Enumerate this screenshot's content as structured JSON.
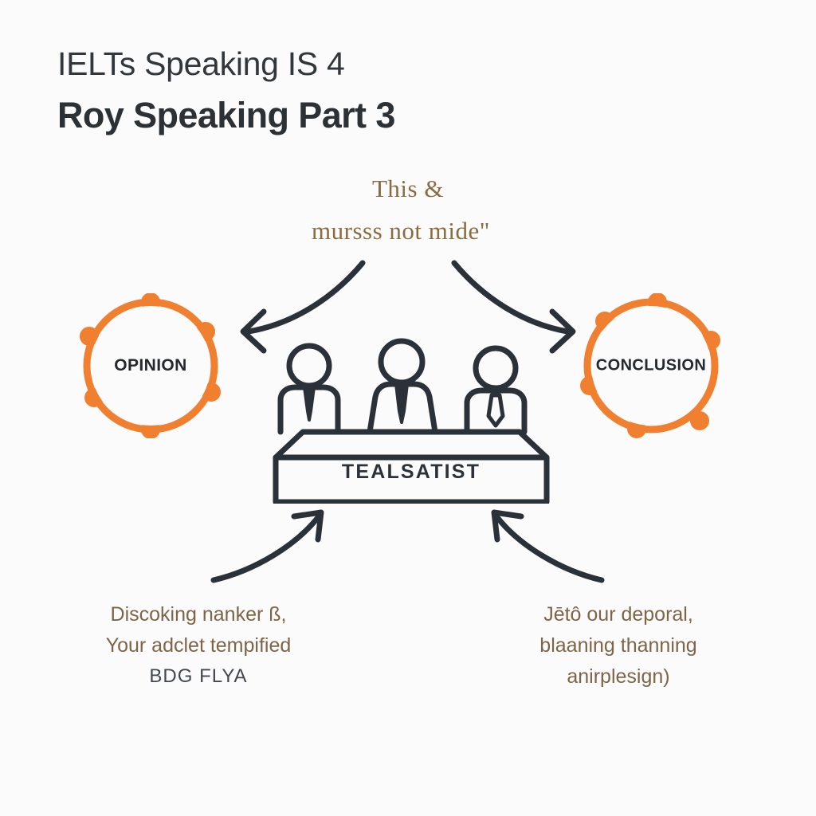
{
  "page": {
    "background_color": "#fbfbfc",
    "ink_color": "#2c3136",
    "accent_color": "#f08030",
    "note_color": "#8a6d3f"
  },
  "title": {
    "line1": "IELTs Speaking IS 4",
    "line2": "Roy Speaking Part 3"
  },
  "top_note": {
    "line1": "This &",
    "line2": "­mursss not mide\""
  },
  "nodes": [
    {
      "id": "opinion",
      "label": "OPINION",
      "color": "#f08030"
    },
    {
      "id": "conclusion",
      "label": "CONCLUSION",
      "color": "#f08030"
    }
  ],
  "center": {
    "desk_label": "TEALSATIST",
    "figures": [
      {
        "id": "figure-left",
        "tie": "solid"
      },
      {
        "id": "figure-middle",
        "tie": "solid"
      },
      {
        "id": "figure-right",
        "tie": "outline"
      }
    ]
  },
  "arrows": [
    {
      "id": "arrow-to-opinion",
      "from": "center",
      "to": "opinion",
      "direction": "left"
    },
    {
      "id": "arrow-to-conclusion",
      "from": "center",
      "to": "conclusion",
      "direction": "right"
    },
    {
      "id": "arrow-from-caption-left",
      "from": "caption-left",
      "to": "center",
      "direction": "up-right"
    },
    {
      "id": "arrow-from-caption-right",
      "from": "caption-right",
      "to": "center",
      "direction": "up-left"
    }
  ],
  "captions": {
    "left": {
      "line1": "Discoking nanker ß,",
      "line2": "Your adclet tempified",
      "line3": "BDG FLYA"
    },
    "right": {
      "line1": "Jētô our deporal,",
      "line2": "blaaning thanning",
      "line3": "anirplesign)"
    }
  }
}
